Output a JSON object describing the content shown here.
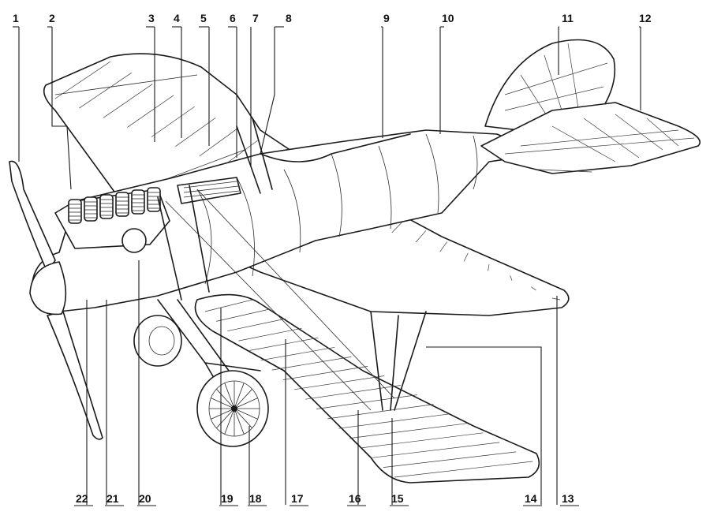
{
  "callouts": {
    "top": [
      {
        "n": "1"
      },
      {
        "n": "2"
      },
      {
        "n": "3"
      },
      {
        "n": "4"
      },
      {
        "n": "5"
      },
      {
        "n": "6"
      },
      {
        "n": "7"
      },
      {
        "n": "8"
      },
      {
        "n": "9"
      },
      {
        "n": "10"
      },
      {
        "n": "11"
      },
      {
        "n": "12"
      }
    ],
    "bottom": [
      {
        "n": "22"
      },
      {
        "n": "21"
      },
      {
        "n": "20"
      },
      {
        "n": "19"
      },
      {
        "n": "18"
      },
      {
        "n": "17"
      },
      {
        "n": "16"
      },
      {
        "n": "15"
      },
      {
        "n": "14"
      },
      {
        "n": "13"
      }
    ]
  },
  "colors": {
    "ink": "#1a1a1a",
    "paper": "#ffffff"
  },
  "icons": [
    "biplane-cutaway-drawing"
  ]
}
